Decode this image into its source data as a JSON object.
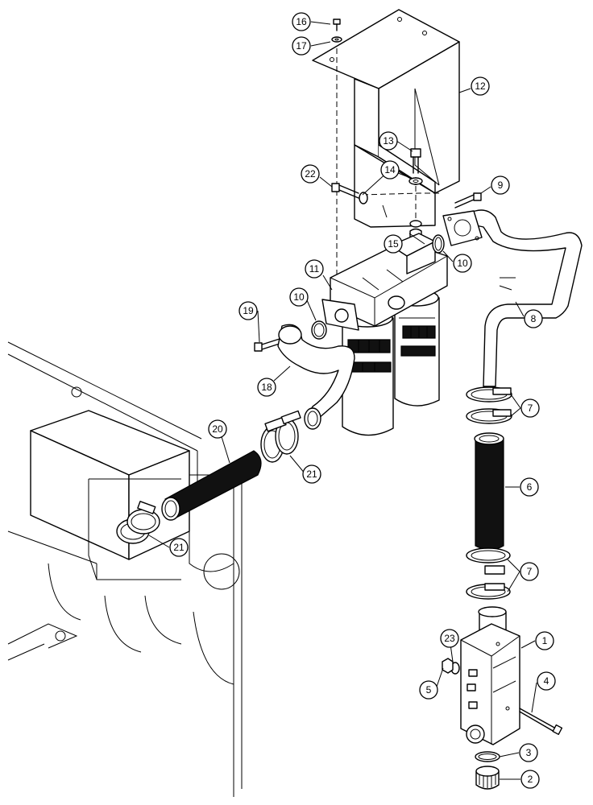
{
  "parts": [
    {
      "key": "p1",
      "number": "1"
    },
    {
      "key": "p2",
      "number": "2"
    },
    {
      "key": "p3",
      "number": "3"
    },
    {
      "key": "p4",
      "number": "4"
    },
    {
      "key": "p5",
      "number": "5"
    },
    {
      "key": "p6",
      "number": "6"
    },
    {
      "key": "p7a",
      "number": "7"
    },
    {
      "key": "p7b",
      "number": "7"
    },
    {
      "key": "p8",
      "number": "8"
    },
    {
      "key": "p9",
      "number": "9"
    },
    {
      "key": "p10a",
      "number": "10"
    },
    {
      "key": "p10b",
      "number": "10"
    },
    {
      "key": "p11",
      "number": "11"
    },
    {
      "key": "p12",
      "number": "12"
    },
    {
      "key": "p13",
      "number": "13"
    },
    {
      "key": "p14",
      "number": "14"
    },
    {
      "key": "p15",
      "number": "15"
    },
    {
      "key": "p16",
      "number": "16"
    },
    {
      "key": "p17",
      "number": "17"
    },
    {
      "key": "p18",
      "number": "18"
    },
    {
      "key": "p19",
      "number": "19"
    },
    {
      "key": "p20",
      "number": "20"
    },
    {
      "key": "p21a",
      "number": "21"
    },
    {
      "key": "p21b",
      "number": "21"
    },
    {
      "key": "p22",
      "number": "22"
    },
    {
      "key": "p23",
      "number": "23"
    }
  ]
}
